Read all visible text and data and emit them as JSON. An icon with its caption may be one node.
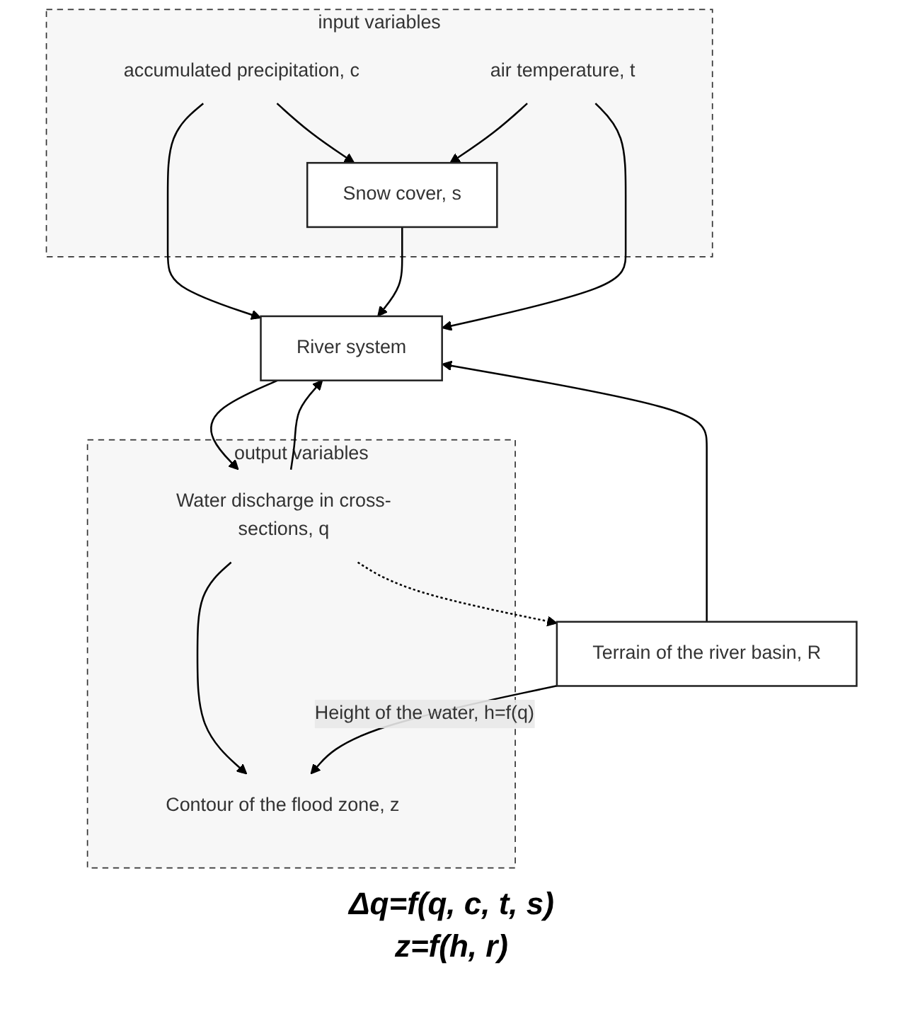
{
  "diagram": {
    "nodes": [
      {
        "text": [
          "input variables"
        ]
      },
      {
        "text": [
          "accumulated precipitation, c"
        ],
        "in": 0
      },
      {
        "text": [
          "Snow cover, s"
        ],
        "in": 0
      },
      {
        "text": [
          "air temperature, t"
        ],
        "in": 0
      },
      {
        "text": [
          "Terrain of the river basin, R"
        ]
      },
      {
        "text": [
          "River system"
        ]
      },
      {
        "text": [
          "output variables"
        ]
      },
      {
        "text": [
          "Water discharge in cross-sections, q"
        ],
        "in": 6
      },
      {
        "text": [
          "Contour of the flood zone, z"
        ],
        "in": 6
      }
    ],
    "edges": [
      {
        "from": 1,
        "to": 5,
        "arrow": "to"
      },
      {
        "from": 1,
        "to": 2,
        "arrow": "to"
      },
      {
        "from": 3,
        "to": 2,
        "arrow": "to"
      },
      {
        "from": 2,
        "to": 5,
        "arrow": "to"
      },
      {
        "from": 3,
        "to": 5,
        "arrow": "to"
      },
      {
        "from": 4,
        "to": 5,
        "arrow": "to"
      },
      {
        "from": 5,
        "to": 7,
        "arrow": "to"
      },
      {
        "from": 7,
        "to": 5,
        "arrow": "to"
      },
      {
        "from": 7,
        "to": 4,
        "arrow": "to",
        "style": "dashed"
      },
      {
        "from": 7,
        "to": 8,
        "arrow": "to"
      },
      {
        "from": 4,
        "to": 8,
        "arrow": "to",
        "label": "Height of the water, h=f(q)"
      }
    ],
    "labels": [
      "Δq=f(q, c, t, s)",
      "z=f(h, r)"
    ]
  }
}
